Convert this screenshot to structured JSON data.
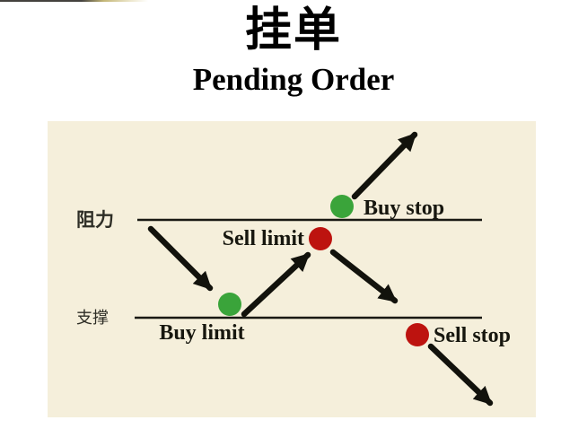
{
  "title": {
    "zh": "挂单",
    "en": "Pending Order"
  },
  "colors": {
    "panel_bg": "#f5efdb",
    "buy": "#3aa43a",
    "sell": "#bd130f",
    "line": "#191913",
    "arrow": "#12120c",
    "label_text": "#17170f"
  },
  "diagram": {
    "resistance_label": "阻力",
    "support_label": "支撑",
    "orders": {
      "buy_stop": "Buy stop",
      "sell_limit": "Sell limit",
      "buy_limit": "Buy limit",
      "sell_stop": "Sell stop"
    }
  }
}
